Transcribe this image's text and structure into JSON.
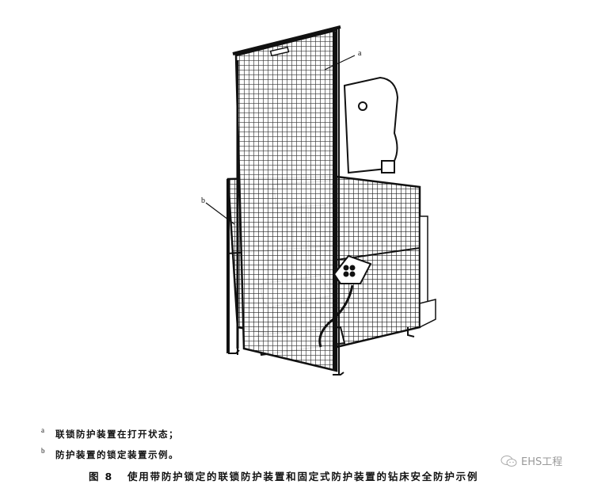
{
  "figure": {
    "description": "Line drawing of drill press enclosed by wire-mesh fixed guards with an interlocking guard door shown open",
    "callouts": [
      {
        "key": "a",
        "target": "interlocking guard (open door)"
      },
      {
        "key": "b",
        "target": "guard locking device"
      }
    ]
  },
  "notes": [
    {
      "key": "a",
      "text": "联锁防护装置在打开状态；"
    },
    {
      "key": "b",
      "text": "防护装置的锁定装置示例。"
    }
  ],
  "caption": {
    "number": "图 8",
    "title": "使用带防护锁定的联锁防护装置和固定式防护装置的钻床安全防护示例"
  },
  "watermark": {
    "icon": "wechat-icon",
    "text": "EHS工程"
  }
}
